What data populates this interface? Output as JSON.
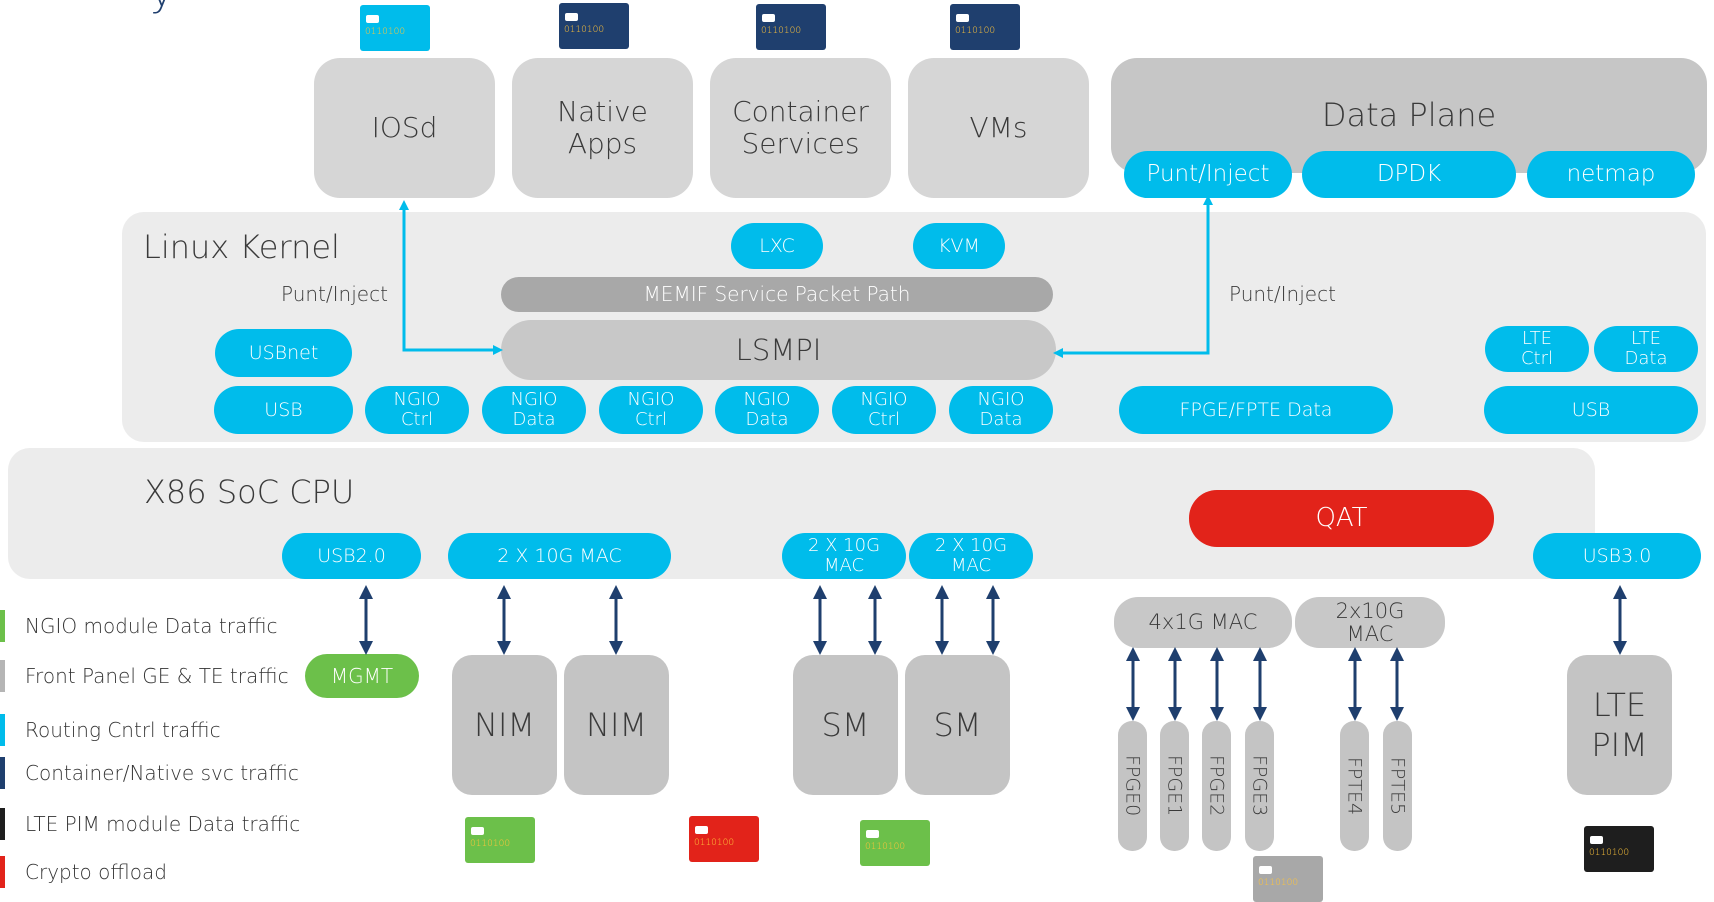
{
  "apps": [
    {
      "id": "iosd",
      "label": "IOSd"
    },
    {
      "id": "native",
      "label": "Native\nApps"
    },
    {
      "id": "container",
      "label": "Container\nServices"
    },
    {
      "id": "vms",
      "label": "VMs"
    }
  ],
  "data_plane": {
    "title": "Data Plane",
    "pills": [
      "Punt/Inject",
      "DPDK",
      "netmap"
    ]
  },
  "linux_kernel": {
    "title": "Linux Kernel",
    "lxc": "LXC",
    "kvm": "KVM",
    "punt_left": "Punt/Inject",
    "punt_right": "Punt/Inject",
    "memif": "MEMIF Service Packet Path",
    "lsmpi": "LSMPI",
    "usbnet": "USBnet",
    "usb_left": "USB",
    "ngio": [
      "NGIO\nCtrl",
      "NGIO\nData",
      "NGIO\nCtrl",
      "NGIO\nData",
      "NGIO\nCtrl",
      "NGIO\nData"
    ],
    "fpge": "FPGE/FPTE Data",
    "lte_ctrl": "LTE\nCtrl",
    "lte_data": "LTE\nData",
    "usb_right": "USB"
  },
  "cpu": {
    "title": "X86 SoC CPU",
    "usb2": "USB2.0",
    "mac_10g": "2 X 10G MAC",
    "mac_a": "2 X 10G\nMAC",
    "mac_b": "2 X 10G\nMAC",
    "qat": "QAT",
    "usb3": "USB3.0"
  },
  "hardware": {
    "mgmt": "MGMT",
    "nim": [
      "NIM",
      "NIM"
    ],
    "sm": [
      "SM",
      "SM"
    ],
    "mac_4x1g": "4x1G MAC",
    "mac_2x10g": "2x10G\nMAC",
    "ports": [
      "FPGE0",
      "FPGE1",
      "FPGE2",
      "FPGE3",
      "FPTE4",
      "FPTE5"
    ],
    "lte_pim": "LTE\nPIM"
  },
  "card_bits": "0110100",
  "legend": [
    {
      "label": "NGIO module Data traffic",
      "color": "#6cc04a"
    },
    {
      "label": "Front Panel GE & TE traffic",
      "color": "#b5b5b5"
    },
    {
      "label": "Routing Cntrl traffic",
      "color": "#00bceb"
    },
    {
      "label": "Container/Native svc traffic",
      "color": "#1f3f6e"
    },
    {
      "label": "LTE PIM module Data traffic",
      "color": "#1e1e1e"
    },
    {
      "label": "Crypto offload",
      "color": "#e2231a"
    }
  ],
  "colors": {
    "cyan": "#00bceb",
    "navy": "#1f3f6e",
    "green": "#6cc04a",
    "red": "#e2231a",
    "black": "#1e1e1e",
    "gray": "#a8a8a8"
  }
}
